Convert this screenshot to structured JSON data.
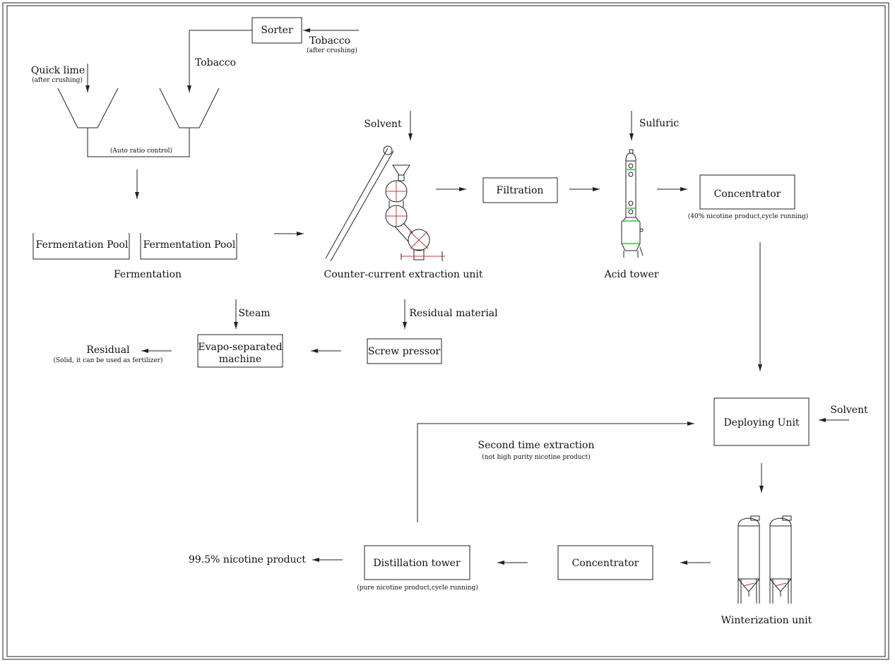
{
  "diagram": {
    "nodes": {
      "sorter": "Sorter",
      "filtration": "Filtration",
      "concentrator_1": "Concentrator",
      "fermentation_pool_1": "Fermentation Pool",
      "fermentation_pool_2": "Fermentation Pool",
      "evapo_separated_1": "Evapo-separated",
      "evapo_separated_2": "machine",
      "screw_pressor": "Screw pressor",
      "deploying_unit": "Deploying Unit",
      "distillation_tower": "Distillation tower",
      "concentrator_2": "Concentrator"
    },
    "labels": {
      "tobacco_input": "Tobacco",
      "tobacco_input_note": "(after crushing)",
      "tobacco_feed": "Tobacco",
      "quick_lime": "Quick lime",
      "quick_lime_note": "(after crushing)",
      "auto_ratio": "(Auto ratio control)",
      "fermentation": "Fermentation",
      "solvent_1": "Solvent",
      "counter_current": "Counter-current extraction unit",
      "sulfuric": "Sulfuric",
      "acid_tower": "Acid tower",
      "concentrator_note": "(40% nicotine product,cycle running)",
      "steam": "Steam",
      "residual_material": "Residual material",
      "residual": "Residual",
      "residual_note": "(Solid, it can be used as fertilizer)",
      "solvent_2": "Solvent",
      "second_extraction": "Second time extraction",
      "second_extraction_note": "(not high purity nicotine product)",
      "product": "99.5% nicotine product",
      "distillation_note": "(pure nicotine product,cycle running)",
      "winterization": "Winterization unit"
    }
  }
}
